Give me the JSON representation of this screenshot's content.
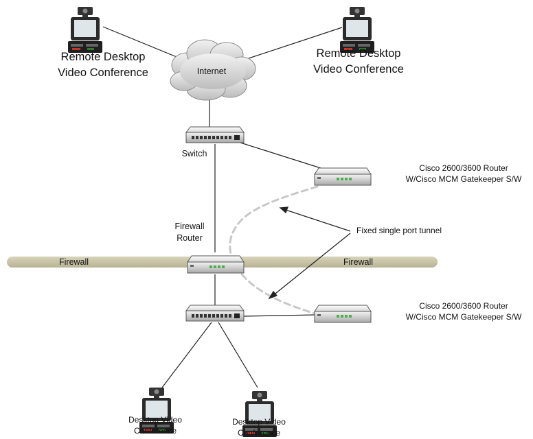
{
  "diagram": {
    "nodes": {
      "remote_left": "Remote Desktop\nVideo Conference",
      "remote_right": "Remote Desktop\nVideo Conference",
      "internet": "Internet",
      "switch": "Switch",
      "router_top": "Cisco 2600/3600 Router\nW/Cisco MCM Gatekeeper S/W",
      "firewall_router": "Firewall\nRouter",
      "router_bottom": "Cisco 2600/3600 Router\nW/Cisco MCM Gatekeeper S/W",
      "desktop_left": "Desktop Video\nConference",
      "desktop_right": "Desktop Video\nConference"
    },
    "firewall_left": "Firewall",
    "firewall_right": "Firewall",
    "tunnel_label": "Fixed single port tunnel"
  },
  "colors": {
    "firewall_band": "#c8c3a6",
    "tunnel": "#c8c8c8",
    "cloud": "#dcdcdc",
    "led": "#4caf50"
  }
}
